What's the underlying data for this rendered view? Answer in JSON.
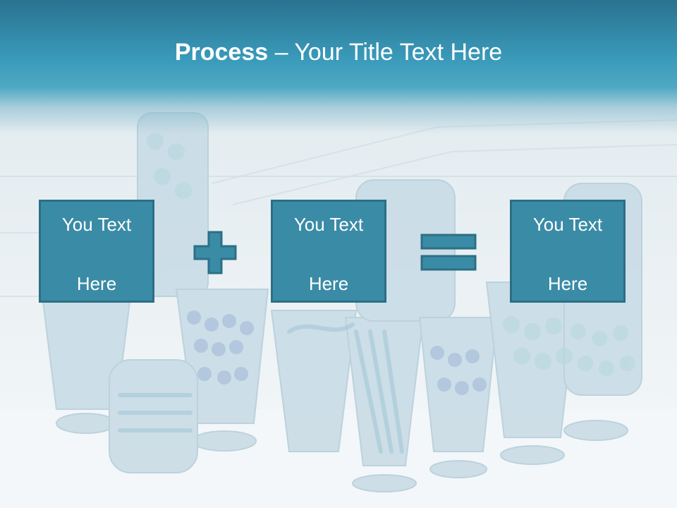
{
  "title": {
    "bold": "Process",
    "separator": " – ",
    "rest": "Your Title Text Here"
  },
  "boxes": [
    {
      "line1": "You Text",
      "line2": "Here"
    },
    {
      "line1": "You Text",
      "line2": "Here"
    },
    {
      "line1": "You Text",
      "line2": "Here"
    }
  ],
  "operators": [
    "plus-icon",
    "equals-icon"
  ],
  "colors": {
    "header": "#3a9bba",
    "box_fill": "#3a8ba6",
    "box_border": "#2c6f85",
    "text": "#ffffff"
  }
}
